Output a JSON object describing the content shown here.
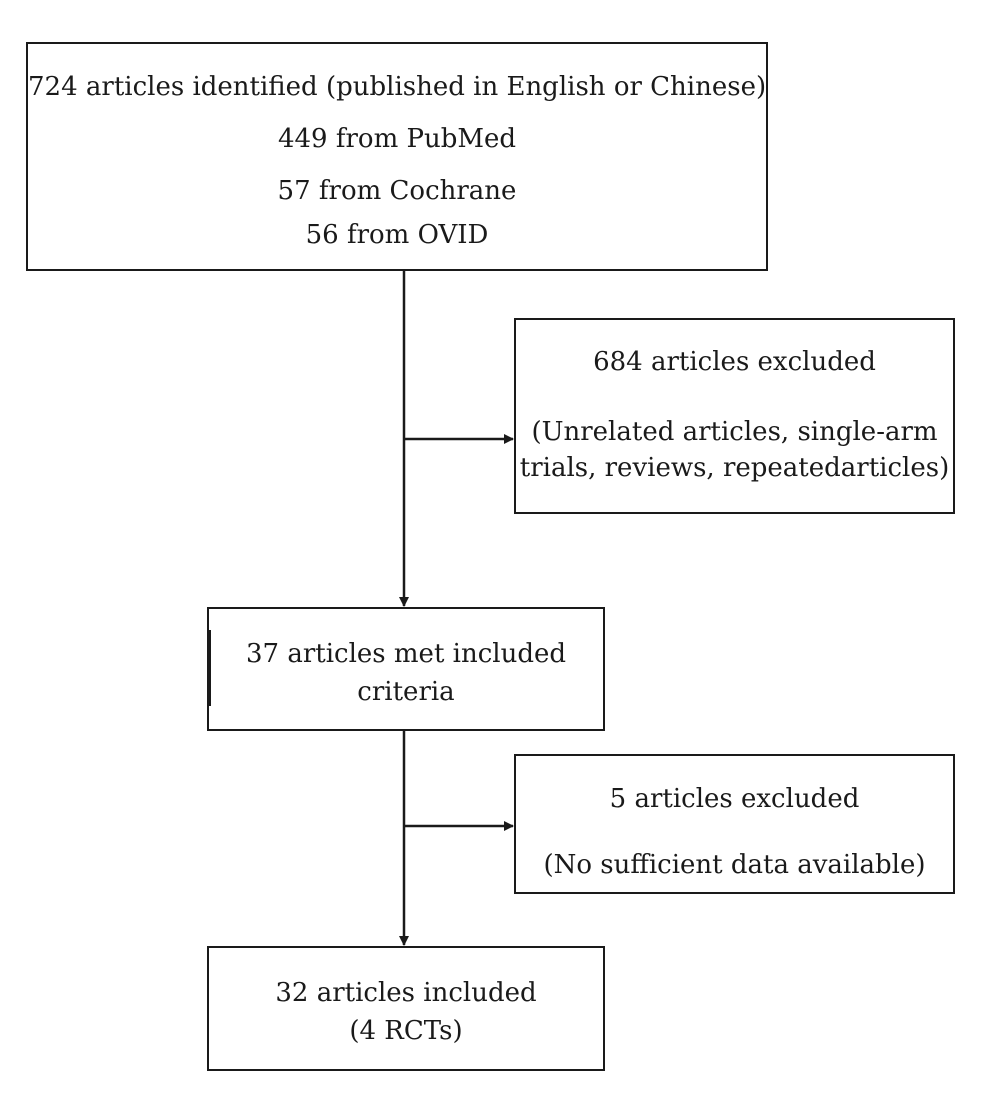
{
  "boxes": {
    "identified": {
      "lines": [
        "724 articles identified (published in English or Chinese)",
        "449 from PubMed",
        "57 from Cochrane",
        "56 from OVID"
      ]
    },
    "excluded_first": {
      "lines": [
        "684 articles excluded",
        "(Unrelated articles, single-arm",
        "trials, reviews, repeatedarticles)"
      ]
    },
    "met_criteria": {
      "lines": [
        "37 articles met included",
        "criteria"
      ]
    },
    "excluded_second": {
      "lines": [
        "5 articles excluded",
        "(No sufficient data available)"
      ]
    },
    "included": {
      "lines": [
        "32 articles included",
        "(4 RCTs)"
      ]
    }
  },
  "colors": {
    "stroke": "#1a1a1a",
    "background": "#ffffff"
  }
}
